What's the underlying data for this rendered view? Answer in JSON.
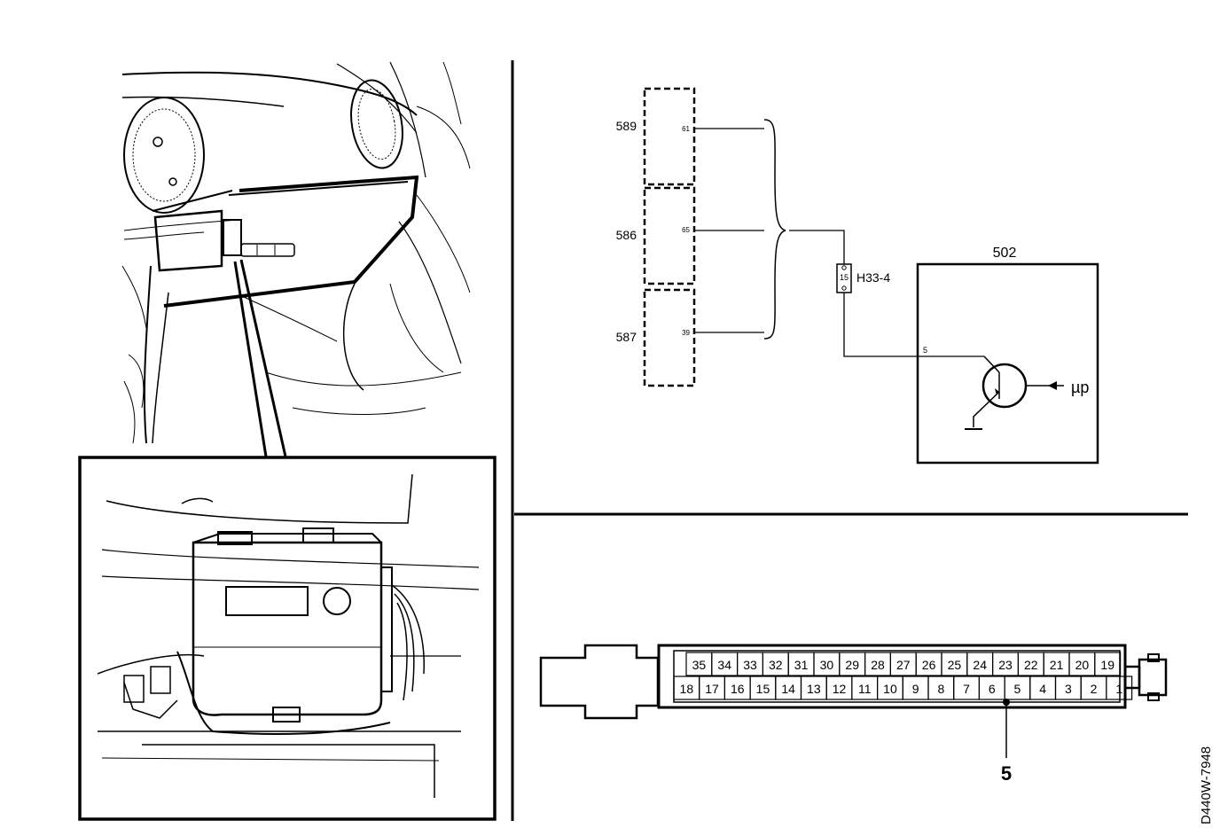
{
  "schematic": {
    "modules": [
      {
        "id": "589",
        "pin": "61"
      },
      {
        "id": "586",
        "pin": "65"
      },
      {
        "id": "587",
        "pin": "39"
      }
    ],
    "connector_label": "H33-4",
    "connector_pin": "15",
    "unit_id": "502",
    "unit_pin": "5",
    "signal_label": "µp"
  },
  "connector": {
    "top_row": [
      "35",
      "34",
      "33",
      "32",
      "31",
      "30",
      "29",
      "28",
      "27",
      "26",
      "25",
      "24",
      "23",
      "22",
      "21",
      "20",
      "19"
    ],
    "bottom_row": [
      "18",
      "17",
      "16",
      "15",
      "14",
      "13",
      "12",
      "11",
      "10",
      "9",
      "8",
      "7",
      "6",
      "5",
      "4",
      "3",
      "2",
      "1"
    ],
    "highlight_label": "5"
  },
  "document_id": "D440W-7948"
}
